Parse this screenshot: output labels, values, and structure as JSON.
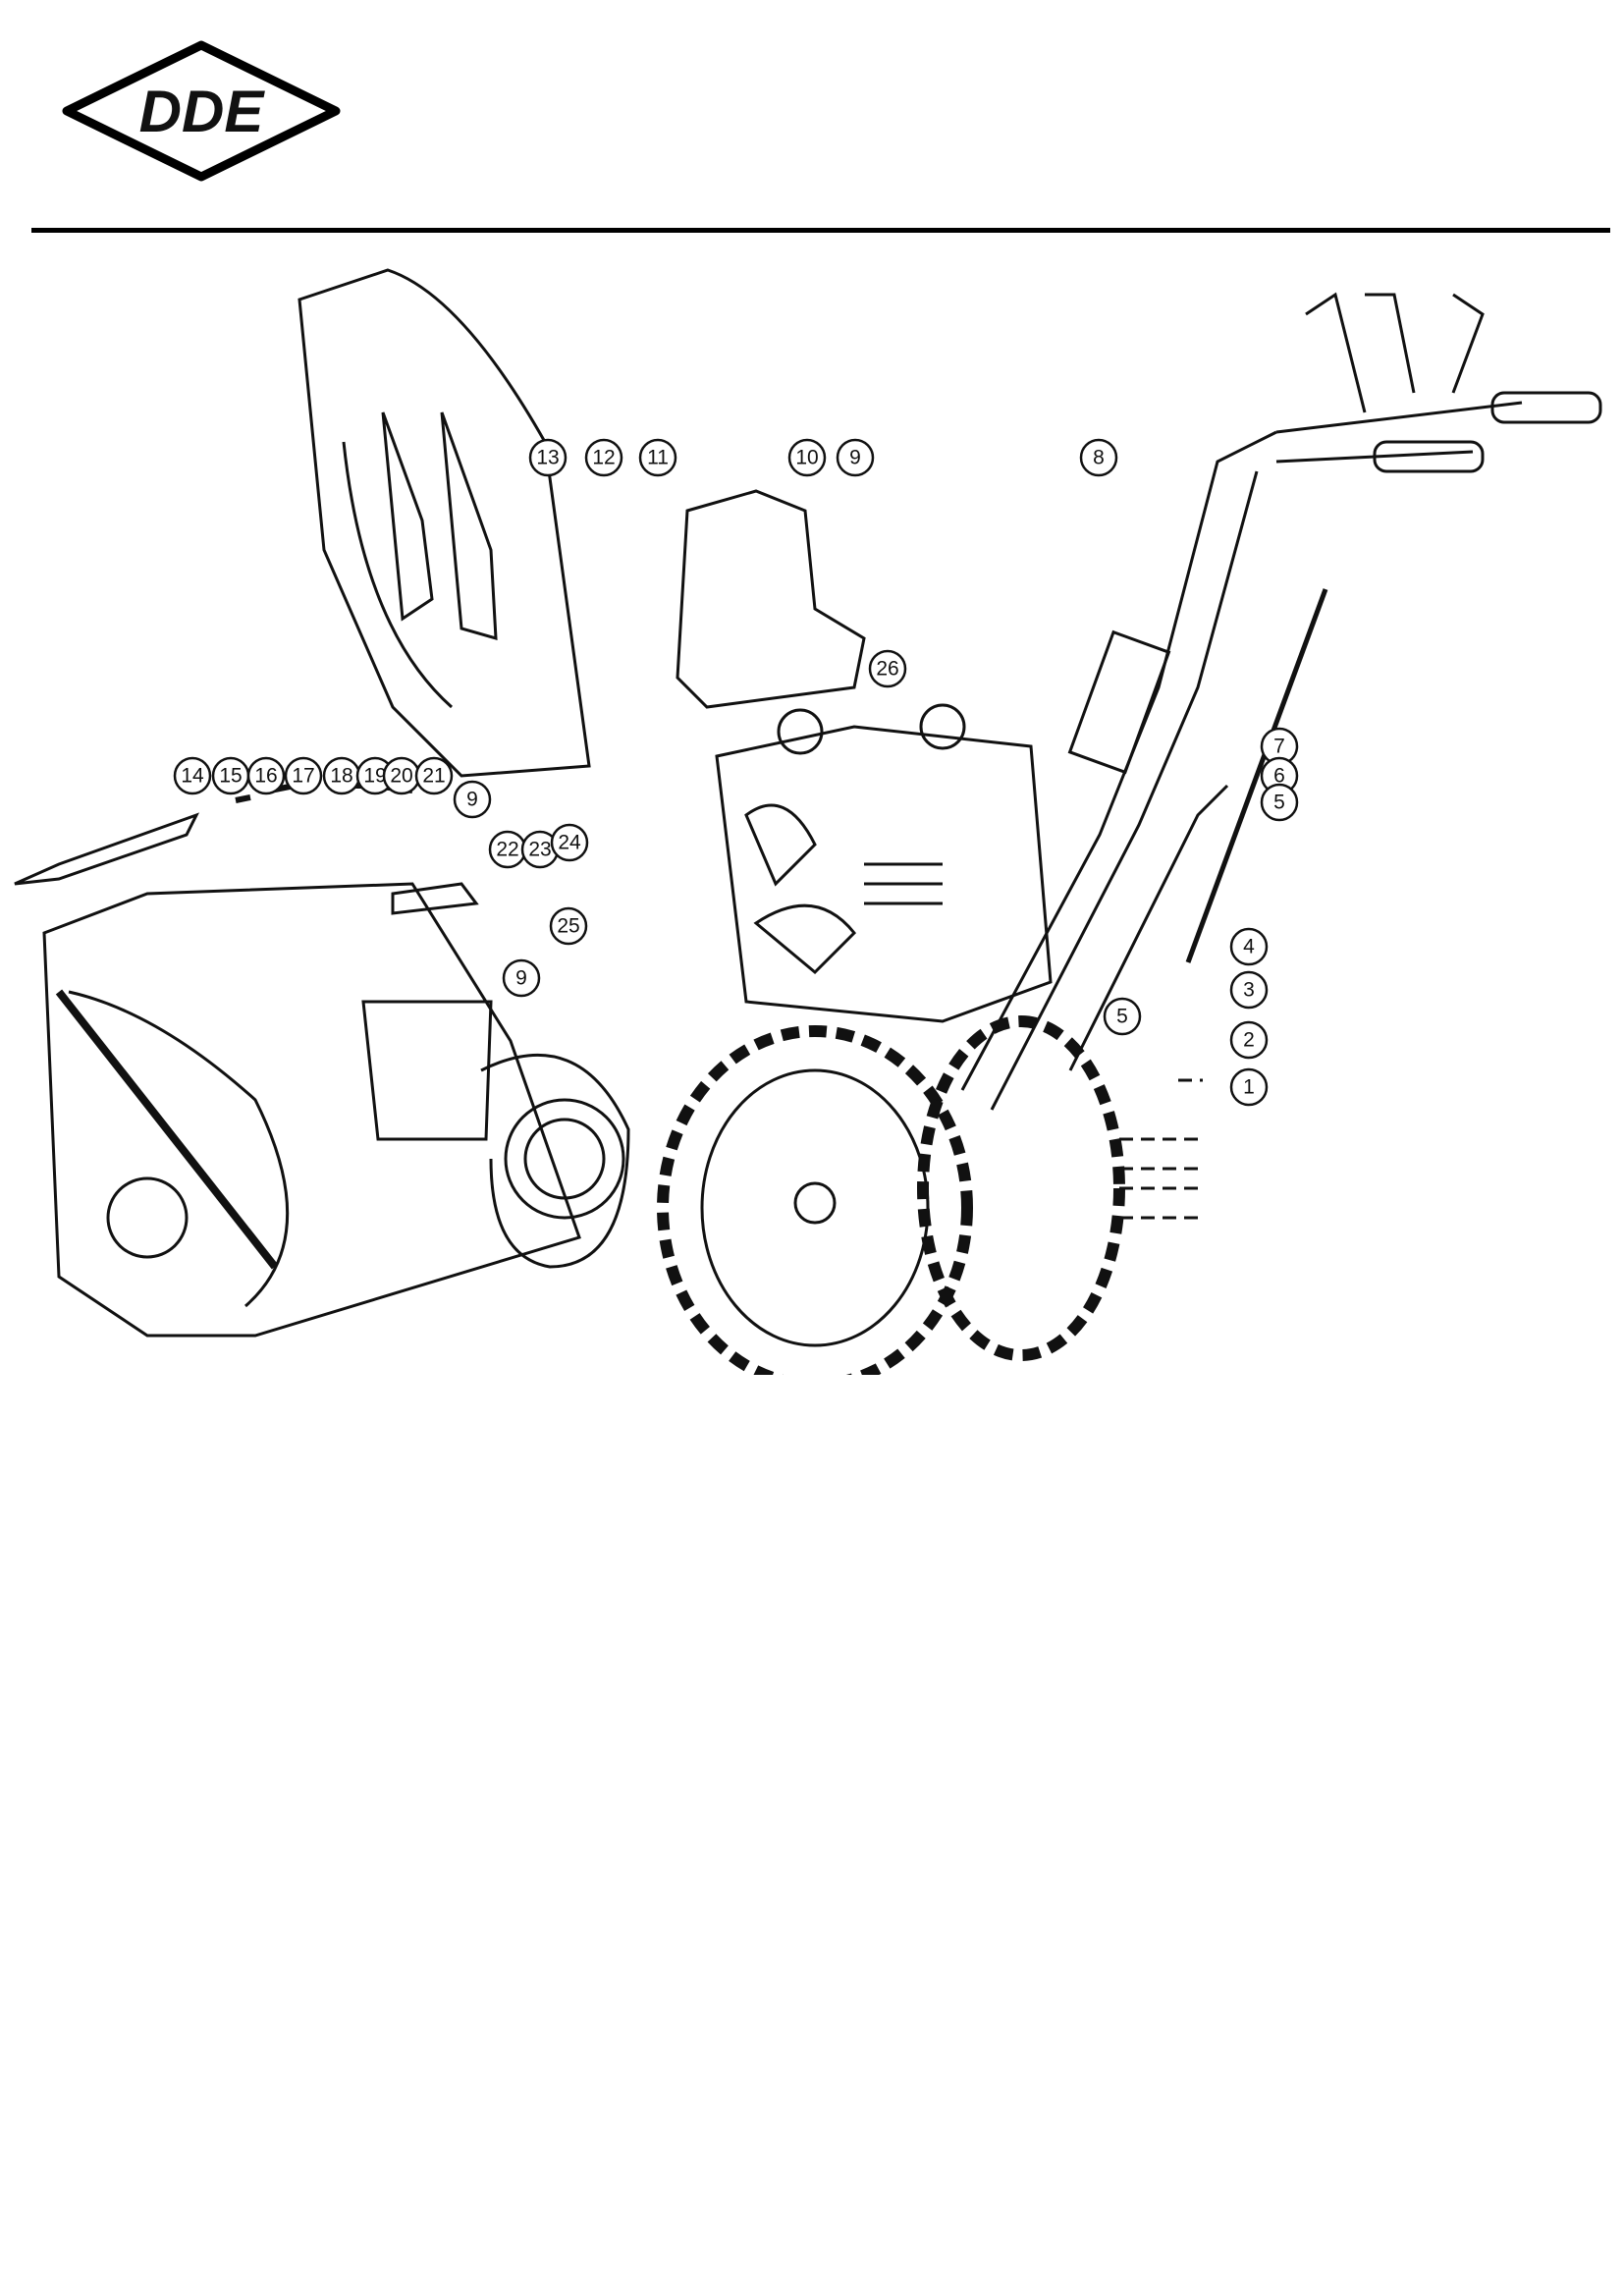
{
  "header": {
    "logo_text": "DDE"
  },
  "diagram": {
    "callouts": [
      "13",
      "12",
      "11",
      "10",
      "9",
      "8",
      "26",
      "7",
      "6",
      "5",
      "14",
      "15",
      "16",
      "17",
      "18",
      "19",
      "20",
      "21",
      "9",
      "22",
      "23",
      "24",
      "25",
      "9",
      "4",
      "3",
      "5",
      "2",
      "1"
    ]
  }
}
